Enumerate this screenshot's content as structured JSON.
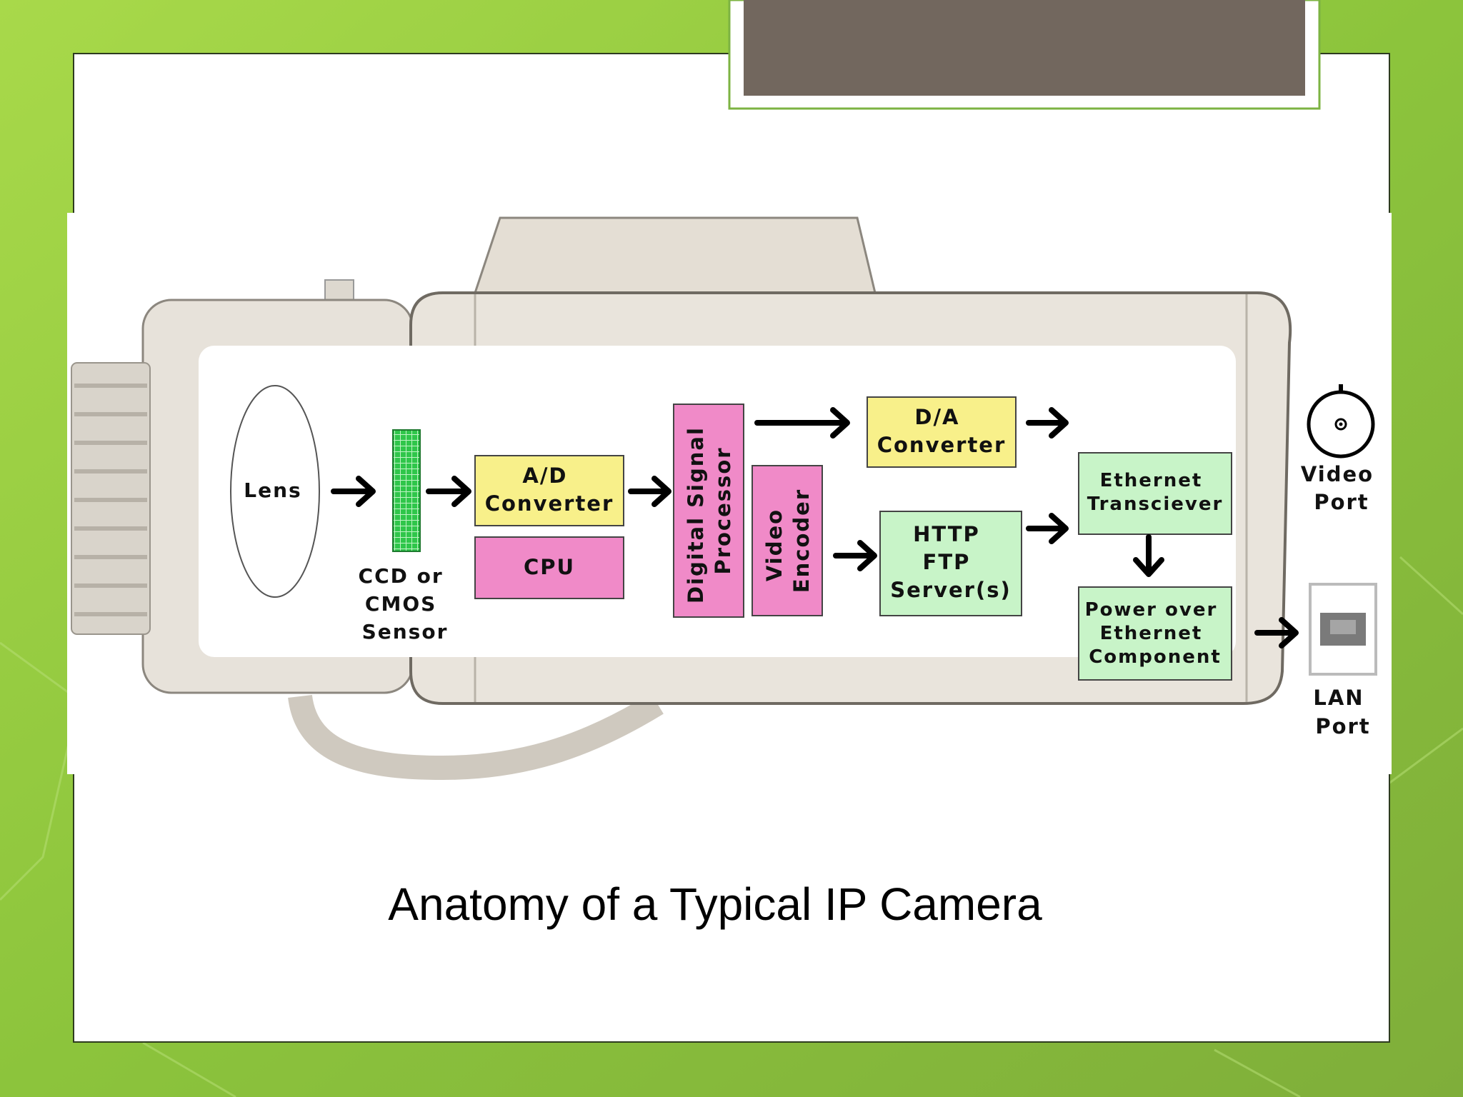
{
  "slide": {
    "caption": "Anatomy of a Typical IP Camera"
  },
  "colors": {
    "background_green": "#93c83e",
    "title_box": "#72675e",
    "yellow_box": "#f8f08a",
    "pink_box": "#f08ac8",
    "green_box": "#c8f4c8",
    "sensor_green": "#2fc64a",
    "camera_body": "#e9e4dc"
  },
  "diagram": {
    "lens": "Lens",
    "sensor": [
      "CCD or",
      "CMOS",
      "Sensor"
    ],
    "ad_converter": [
      "A/D",
      "Converter"
    ],
    "cpu": "CPU",
    "dsp": [
      "Digital Signal",
      "Processor"
    ],
    "video_encoder": [
      "Video",
      "Encoder"
    ],
    "da_converter": [
      "D/A",
      "Converter"
    ],
    "http_server": [
      "HTTP",
      "FTP",
      "Server(s)"
    ],
    "ethernet": [
      "Ethernet",
      "Transciever"
    ],
    "poe": [
      "Power over",
      "Ethernet",
      "Component"
    ],
    "video_port": [
      "Video",
      "Port"
    ],
    "lan_port": [
      "LAN",
      "Port"
    ]
  }
}
